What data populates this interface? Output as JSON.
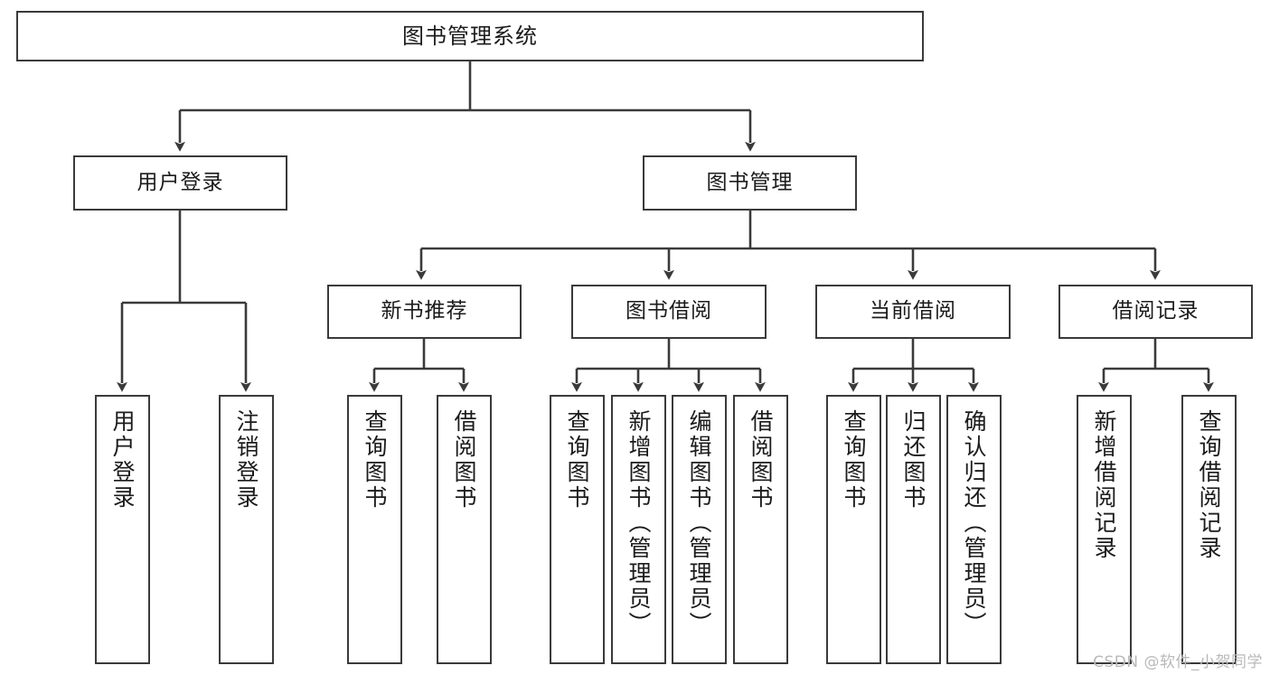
{
  "diagram": {
    "title": "图书管理系统",
    "type": "tree-hierarchy",
    "watermark": "CSDN @软件_小贺同学",
    "colors": {
      "box_border": "#3a3a3a",
      "box_fill": "#ffffff",
      "connector": "#3a3a3a",
      "text": "#1b1b1b",
      "watermark": "#b9b9b9"
    }
  },
  "root": {
    "label": "图书管理系统"
  },
  "level2": [
    {
      "label": "用户登录"
    },
    {
      "label": "图书管理"
    }
  ],
  "level3": [
    {
      "label": "新书推荐"
    },
    {
      "label": "图书借阅"
    },
    {
      "label": "当前借阅"
    },
    {
      "label": "借阅记录"
    }
  ],
  "leaves": {
    "user_login": [
      {
        "label": "用户登录"
      },
      {
        "label": "注销登录"
      }
    ],
    "new_book": [
      {
        "label": "查询图书"
      },
      {
        "label": "借阅图书"
      }
    ],
    "book_borrow": [
      {
        "label": "查询图书"
      },
      {
        "label": "新增图书（管理员）"
      },
      {
        "label": "编辑图书（管理员）"
      },
      {
        "label": "借阅图书"
      }
    ],
    "current_borrow": [
      {
        "label": "查询图书"
      },
      {
        "label": "归还图书"
      },
      {
        "label": "确认归还（管理员）"
      }
    ],
    "borrow_record": [
      {
        "label": "新增借阅记录"
      },
      {
        "label": "查询借阅记录"
      }
    ]
  }
}
